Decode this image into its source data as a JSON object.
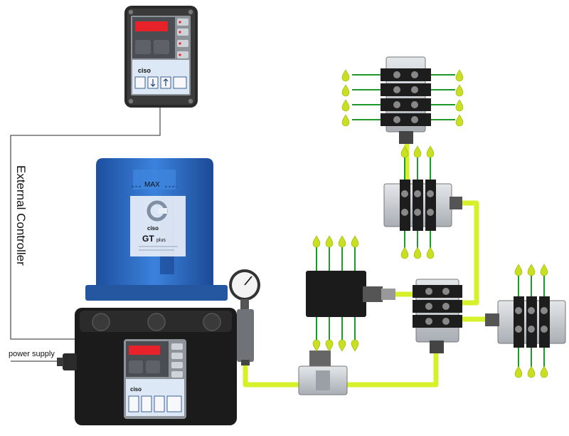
{
  "labels": {
    "external_controller": "External Controller",
    "power_supply": "power supply",
    "brand": "ciso",
    "pump_model": "GT",
    "pump_model_suffix": "plus",
    "max_mark": "MAX"
  },
  "colors": {
    "lubricant_line": "#d6f02a",
    "oil_drop": "#c8e020",
    "outlet_pipe": "#1f9a2a",
    "reservoir_blue": "#2f6fc9",
    "pump_body": "#1b1b1b",
    "display_red": "#e8222a",
    "panel_blue": "#dce8f6",
    "metal": "#c9cdd2",
    "wire": "#555555"
  },
  "icons": [
    "power-plug-icon",
    "pressure-gauge-icon",
    "oil-drop-icon",
    "ciso-logo-icon",
    "arrow-down-icon",
    "arrow-up-icon"
  ]
}
